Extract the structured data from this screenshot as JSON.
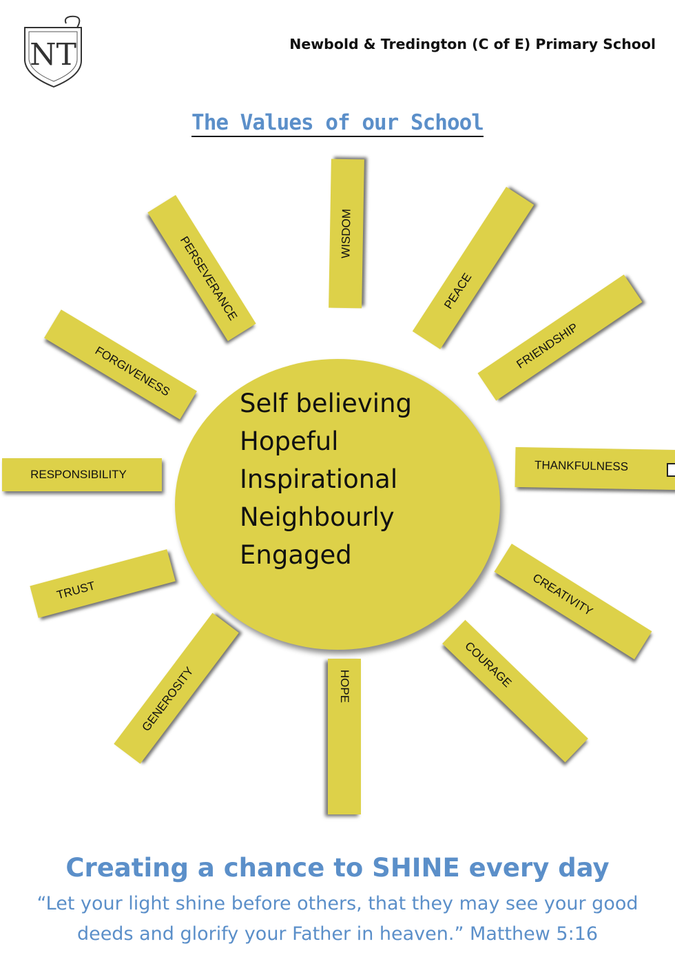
{
  "header": {
    "school_name": "Newbold & Tredington (C of E) Primary School",
    "logo_text": "NT"
  },
  "title": "The Values of our School",
  "values": [
    "WISDOM",
    "PEACE",
    "FRIENDSHIP",
    "THANKFULNESS",
    "CREATIVITY",
    "COURAGE",
    "HOPE",
    "GENEROSITY",
    "TRUST",
    "RESPONSIBILITY",
    "FORGIVENESS",
    "PERSEVERANCE"
  ],
  "sun_words": [
    "Self believing",
    "Hopeful",
    "Inspirational",
    "Neighbourly",
    "Engaged"
  ],
  "tagline": "Creating a chance to SHINE every day",
  "quote": "“Let your light shine before others, that they may see your good deeds and glorify your Father in heaven.”  Matthew 5:16",
  "colors": {
    "sun_yellow": "#ddd149",
    "heading_blue": "#5b8fc9",
    "text": "#111111"
  }
}
